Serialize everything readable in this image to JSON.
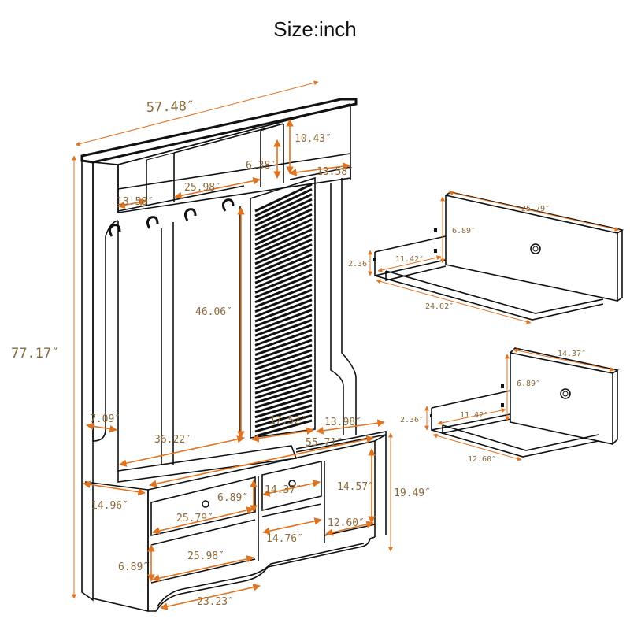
{
  "title": "Size:inch",
  "main_unit": {
    "overall_width": "57.48″",
    "overall_height": "77.17″",
    "top_cubby_height": "10.43″",
    "top_center_height": "6.38″",
    "top_right_depth": "13.58″",
    "top_left_depth": "13.58″",
    "top_center_width": "25.98″",
    "hanging_height": "46.06″",
    "side_width": "7.09″",
    "bench_width": "36.22″",
    "panel_width": "17.52″",
    "bench_depth": "13.98″",
    "cabinet_width": "55.71″",
    "cabinet_height": "19.49″",
    "cabinet_depth": "14.96″",
    "drawer_height": "6.89″",
    "small_drawer_width": "14.37″",
    "right_cubby_height": "14.57″",
    "drawer_width": "25.79″",
    "right_cubby_width": "12.60″",
    "lower_cubby_width": "14.76″",
    "lower_shelf_height": "6.89″",
    "lower_shelf_width": "25.98″",
    "base_width": "23.23″"
  },
  "large_drawer": {
    "front_width": "25.79″",
    "front_height": "6.89″",
    "side_height": "2.36″",
    "depth": "11.42″",
    "bottom_width": "24.02″"
  },
  "small_drawer": {
    "front_width": "14.37″",
    "front_height": "6.89″",
    "side_height": "2.36″",
    "depth": "11.42″",
    "bottom_width": "12.60″"
  },
  "colors": {
    "outline": "#111111",
    "dimension_line": "#e2731e",
    "dimension_text": "#8a6a3a"
  }
}
